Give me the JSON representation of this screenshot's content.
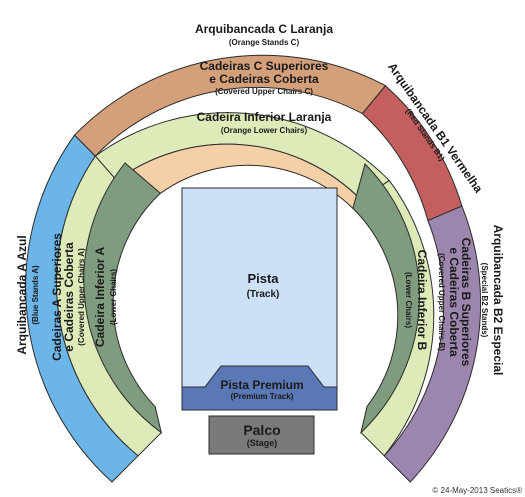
{
  "colors": {
    "orange_stands": "#D4A07A",
    "covered_upper": "#DDEBB9",
    "orange_lower": "#F5CFA6",
    "red_stands": "#C45F5F",
    "blue_stands": "#6BB5E8",
    "lower_chairs": "#7F9C7F",
    "purple_stands": "#9C86AE",
    "track": "#CCE0F7",
    "premium_track": "#5A78B5",
    "stage": "#7A7A7A",
    "outline": "#2B2B2B"
  },
  "sections": {
    "c_laranja": {
      "name": "Arquibancada C Laranja",
      "sub": "(Orange Stands C)"
    },
    "c_superiores": {
      "name1": "Cadeiras C Superiores",
      "name2": "e Cadeiras Coberta",
      "sub": "(Covered Upper Chairs C)"
    },
    "inferior_laranja": {
      "name": "Cadeira Inferior Laranja",
      "sub": "(Orange Lower Chairs)"
    },
    "b1_vermelha": {
      "name": "Arquibancada B1 Vermelha",
      "sub": "(Red Stands B1)"
    },
    "a_azul": {
      "name": "Arquibancada A Azul",
      "sub": "(Blue Stands A)"
    },
    "a_superiores": {
      "name1": "Cadeiras A Superiores",
      "name2": "e Cadeiras Coberta",
      "sub": "(Covered Upper Chairs A)"
    },
    "inferior_a": {
      "name": "Cadeira Inferior A",
      "sub": "(Lower Chairs)"
    },
    "inferior_b": {
      "name": "Cadeira Inferior B",
      "sub": "(Lower Chairs)"
    },
    "b_superiores": {
      "name1": "Cadeiras B Superiores",
      "name2": "e Cadeiras Coberta",
      "sub": "(Covered Upper Chairs B)"
    },
    "b2_especial": {
      "name": "Arquibancada B2 Especial",
      "sub": "(Special B2 Stands)"
    },
    "pista": {
      "name": "Pista",
      "sub": "(Track)"
    },
    "pista_premium": {
      "name": "Pista Premium",
      "sub": "(Premium Track)"
    },
    "palco": {
      "name": "Palco",
      "sub": "(Stage)"
    }
  },
  "copyright": "© 24-May-2013 Seatics®"
}
